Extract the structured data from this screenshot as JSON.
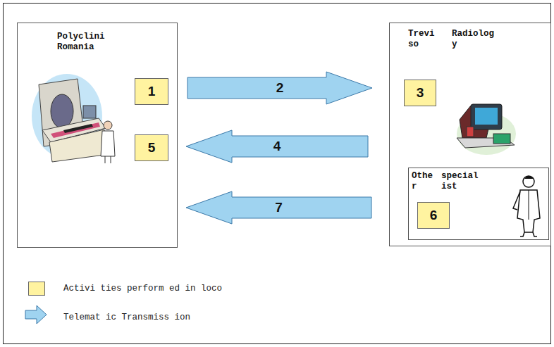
{
  "diagram": {
    "nodes": [
      {
        "text": [
          "Polyclini Romania"
        ]
      },
      {
        "text": [
          "1"
        ],
        "in": 0
      },
      {
        "text": [
          "5"
        ],
        "in": 0
      },
      {
        "text": [
          "Trevi so",
          "Radiolog y"
        ]
      },
      {
        "text": [
          "3"
        ],
        "in": 3
      },
      {
        "text": [
          "Othe r",
          "special ist"
        ],
        "in": 3
      },
      {
        "text": [
          "6"
        ],
        "in": 5
      }
    ],
    "edges": [
      {
        "from": 0,
        "to": 3,
        "arrow": "to",
        "label": "2"
      },
      {
        "from": 3,
        "to": 0,
        "arrow": "to",
        "label": "4"
      },
      {
        "from": 5,
        "to": 0,
        "arrow": "to",
        "label": "7"
      }
    ],
    "legend": [
      {
        "text": "Activi ties perform ed in loco",
        "color": "#fff3a0"
      },
      {
        "text": "Telemat ic Transmiss ion"
      }
    ]
  }
}
